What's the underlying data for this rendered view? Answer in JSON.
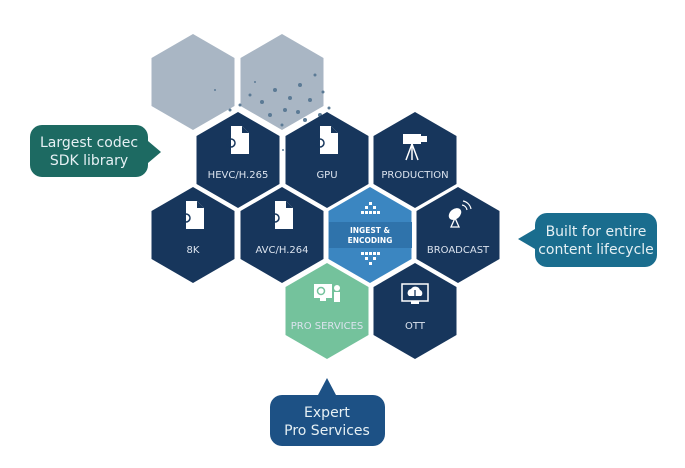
{
  "hexes": [
    {
      "label": "HEVC/H.265",
      "icon": "codec-file-gear-icon"
    },
    {
      "label": "GPU",
      "icon": "codec-file-gear-icon"
    },
    {
      "label": "PRODUCTION",
      "icon": "video-camera-tripod-icon"
    },
    {
      "label": "8K",
      "icon": "codec-file-gear-icon"
    },
    {
      "label": "AVC/H.264",
      "icon": "codec-file-gear-icon"
    },
    {
      "label_line1": "INGEST &",
      "label_line2": "ENCODING",
      "icon": "pixel-arrows-icon"
    },
    {
      "label": "BROADCAST",
      "icon": "satellite-dish-icon"
    },
    {
      "label": "PRO SERVICES",
      "icon": "monitor-person-gear-icon"
    },
    {
      "label": "OTT",
      "icon": "cloud-monitor-icon"
    }
  ],
  "callouts": {
    "left": {
      "line1": "Largest codec",
      "line2": "SDK library"
    },
    "right": {
      "line1": "Built for entire",
      "line2": "content lifecycle"
    },
    "bottom": {
      "line1": "Expert",
      "line2": "Pro Services"
    }
  },
  "colors": {
    "navy": "#17365c",
    "ingest": "#3b86c1",
    "pro_services": "#74c29c",
    "faded": "#a9b6c4",
    "callout_left": "#1d6a62",
    "callout_right": "#1a6d8e",
    "callout_bottom": "#1d5185"
  }
}
